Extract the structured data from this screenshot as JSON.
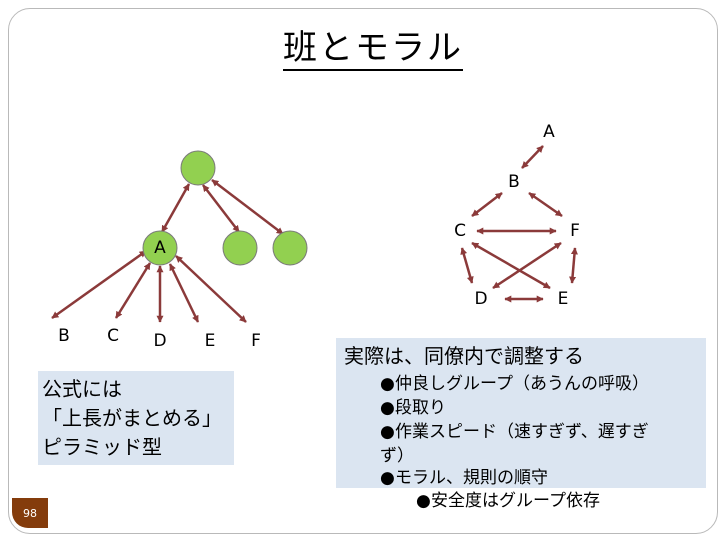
{
  "slide": {
    "title": "班とモラル",
    "page_number": "98"
  },
  "left_diagram": {
    "labels": [
      "A",
      "B",
      "C",
      "D",
      "E",
      "F"
    ],
    "caption": [
      "公式には",
      "「上長がまとめる」",
      "ピラミッド型"
    ]
  },
  "right_diagram": {
    "labels": [
      "A",
      "B",
      "C",
      "F",
      "D",
      "E"
    ]
  },
  "notes": {
    "heading": "実際は、同僚内で調整する",
    "bullet": "●",
    "items": [
      "仲良しグループ（あうんの呼吸）",
      "段取り",
      "作業スピード（速すぎず、遅すぎ",
      "ず）",
      "モラル、規則の順守"
    ],
    "sub_item": "安全度はグループ依存"
  },
  "colors": {
    "node_fill": "#92d050",
    "node_stroke": "#7a7a7a",
    "arrow": "#8b3a3a",
    "caption_bg": "#dbe5f1",
    "badge_bg": "#843c0c"
  }
}
